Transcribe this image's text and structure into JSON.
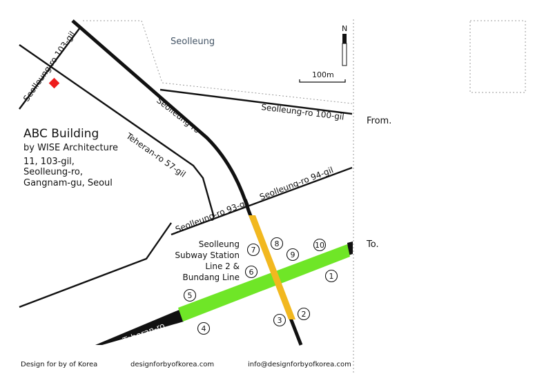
{
  "area_label": "Seolleung",
  "north_label": "N",
  "scale_label": "100m",
  "roads": {
    "seolleung_ro_103_gil": "Seolleung-ro 103-gil",
    "seolleung_ro": "Seolleung-ro",
    "seolleung_ro_100_gil": "Seolleung-ro 100-gil",
    "teheran_ro_57_gil": "Teheran-ro 57-gil",
    "seolleung_ro_94_gil": "Seolleung-ro 94-gil",
    "seolleung_ro_93_gil": "Seolleung-ro 93-gil",
    "teheran_ro": "Teheran-ro"
  },
  "building": {
    "name": "ABC Building",
    "by": "by WISE Architecture",
    "address_line1": "11, 103-gil,",
    "address_line2": "Seolleung-ro,",
    "address_line3": "Gangnam-gu, Seoul",
    "marker_color": "#ee1c1c"
  },
  "station": {
    "line1": "Seolleung",
    "line2": "Subway Station",
    "line3": "Line 2 &",
    "line4": "Bundang Line",
    "line2_color": "#6fe627",
    "bundang_color": "#f2b81f"
  },
  "exits": [
    "1",
    "2",
    "3",
    "4",
    "5",
    "6",
    "7",
    "8",
    "9",
    "10"
  ],
  "side_labels": {
    "from": "From.",
    "to": "To."
  },
  "footer": {
    "company": "Design for by of Korea",
    "website": "designforbyofkorea.com",
    "email": "info@designforbyofkorea.com"
  }
}
